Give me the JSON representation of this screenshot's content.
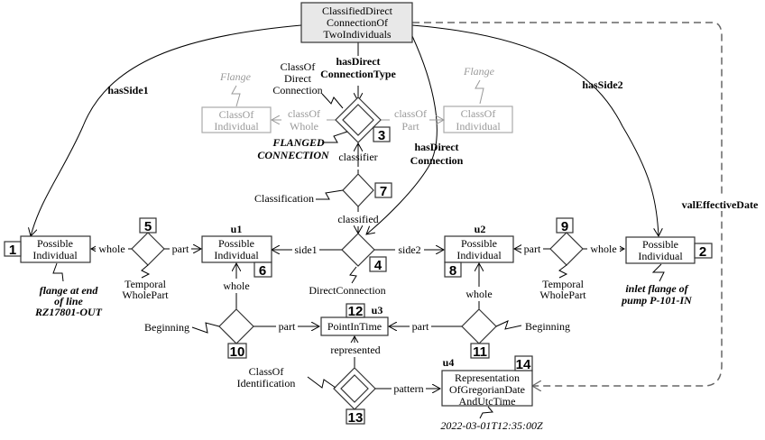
{
  "title_box": [
    "ClassifiedDirect",
    "ConnectionOf",
    "TwoIndividuals"
  ],
  "relations": {
    "hasSide1": "hasSide1",
    "hasSide2": "hasSide2",
    "hasDirectConnectionType": [
      "hasDirect",
      "ConnectionType"
    ],
    "hasDirectConnection": [
      "hasDirect",
      "Connection"
    ],
    "valEffectiveDate": "valEffectiveDate"
  },
  "nodes": {
    "n1": {
      "number": "1",
      "label": [
        "Possible",
        "Individual"
      ],
      "annotation": [
        "flange at end",
        "of line",
        "RZ17801-OUT"
      ]
    },
    "n2": {
      "number": "2",
      "label": [
        "Possible",
        "Individual"
      ],
      "annotation": [
        "inlet flange of",
        "pump P-101-IN"
      ]
    },
    "n3": {
      "number": "3",
      "type": [
        "ClassOf",
        "Direct",
        "Connection"
      ],
      "annotation": [
        "FLANGED",
        "CONNECTION"
      ]
    },
    "n4": {
      "number": "4",
      "type": "DirectConnection"
    },
    "n5": {
      "number": "5",
      "type": [
        "Temporal",
        "WholePart"
      ]
    },
    "n6": {
      "number": "6",
      "id": "u1",
      "label": [
        "Possible",
        "Individual"
      ]
    },
    "n7": {
      "number": "7",
      "type": "Classification"
    },
    "n8": {
      "number": "8",
      "id": "u2",
      "label": [
        "Possible",
        "Individual"
      ]
    },
    "n9": {
      "number": "9",
      "type": [
        "Temporal",
        "WholePart"
      ]
    },
    "n10": {
      "number": "10",
      "type": "Beginning"
    },
    "n11": {
      "number": "11",
      "type": "Beginning"
    },
    "n12": {
      "number": "12",
      "id": "u3",
      "label": "PointInTime"
    },
    "n13": {
      "number": "13",
      "type": [
        "ClassOf",
        "Identification"
      ]
    },
    "n14": {
      "number": "14",
      "id": "u4",
      "label": [
        "Representation",
        "OfGregorianDate",
        "AndUtcTime"
      ],
      "annotation": "2022-03-01T12:35:00Z"
    }
  },
  "grey_classes": {
    "left": {
      "label": [
        "ClassOf",
        "Individual"
      ],
      "annotation": "Flange",
      "role": [
        "classOf",
        "Whole"
      ]
    },
    "right": {
      "label": [
        "ClassOf",
        "Individual"
      ],
      "annotation": "Flange",
      "role": [
        "classOf",
        "Part"
      ]
    }
  },
  "roles": {
    "classifier": "classifier",
    "classified": "classified",
    "side1": "side1",
    "side2": "side2",
    "whole": "whole",
    "part": "part",
    "represented": "represented",
    "pattern": "pattern"
  }
}
